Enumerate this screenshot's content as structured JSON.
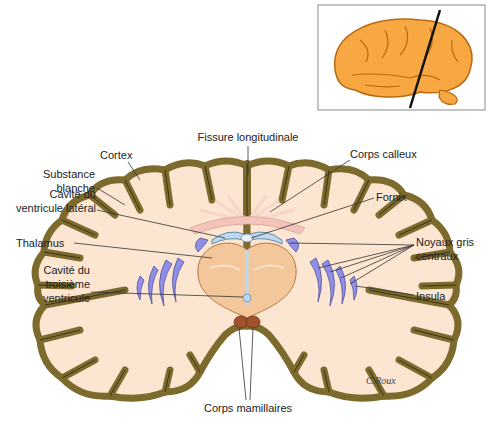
{
  "diagram": {
    "labels": [
      "Fissure longitudinale",
      "Cortex",
      "Corps calleux",
      "Substance blanche",
      "Cavité du ventricule latéral",
      "Fornix",
      "Thalamus",
      "Noyaux gris centraux",
      "Cavité du troisième ventricule",
      "Insula",
      "Corps mamillaires",
      "C.Roux"
    ]
  }
}
